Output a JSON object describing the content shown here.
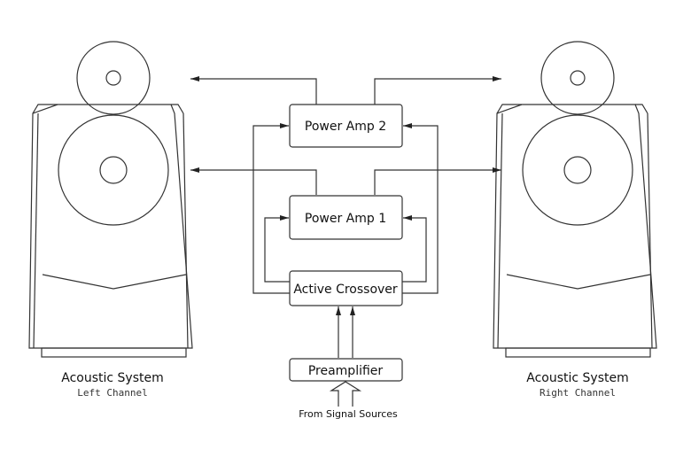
{
  "diagram": {
    "blocks": {
      "power_amp_2": "Power Amp 2",
      "power_amp_1": "Power Amp 1",
      "active_crossover": "Active Crossover",
      "preamplifier": "Preamplifier"
    },
    "input_label": "From Signal Sources",
    "left_speaker": {
      "title": "Acoustic System",
      "subtitle": "Left Channel"
    },
    "right_speaker": {
      "title": "Acoustic System",
      "subtitle": "Right Channel"
    },
    "line_color": "#333333"
  }
}
